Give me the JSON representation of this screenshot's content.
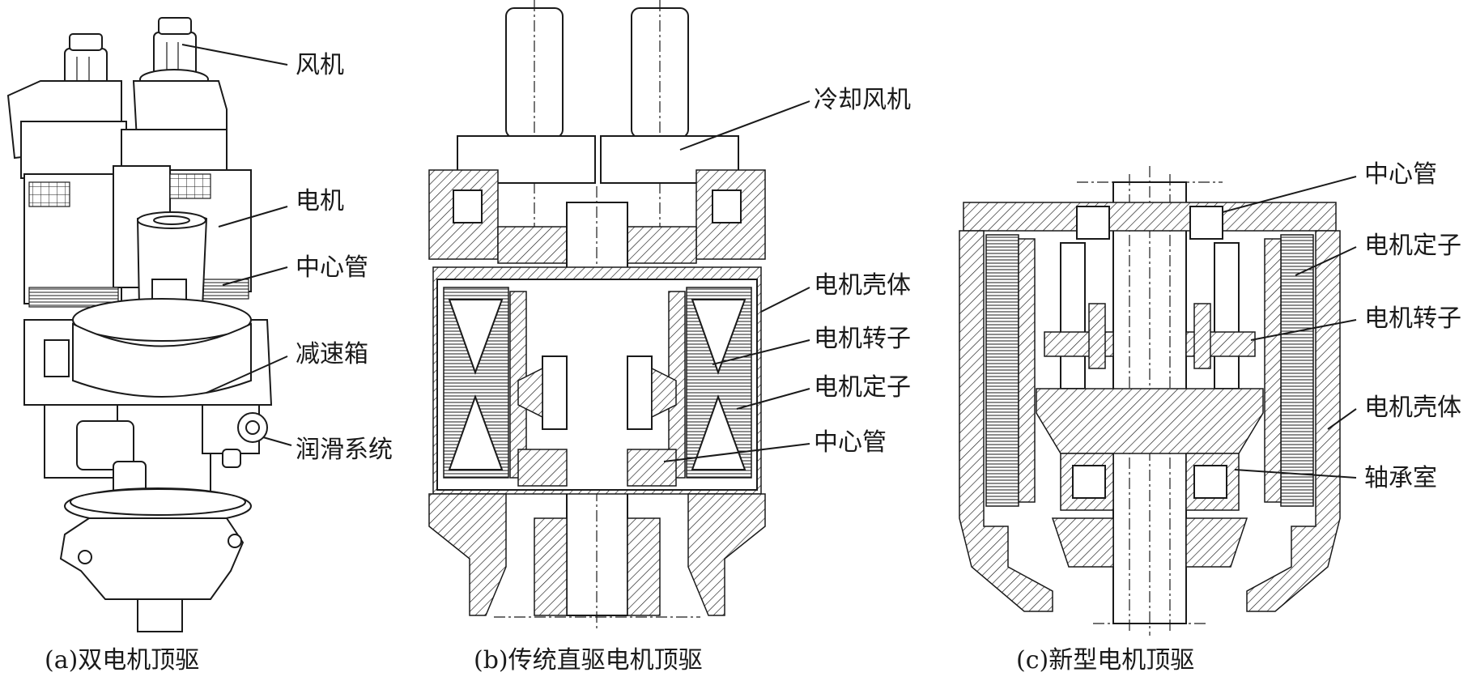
{
  "panel_a": {
    "caption": "(a)双电机顶驱",
    "labels": {
      "fan": "风机",
      "motor": "电机",
      "center_pipe": "中心管",
      "gearbox": "减速箱",
      "lubrication": "润滑系统"
    }
  },
  "panel_b": {
    "caption": "(b)传统直驱电机顶驱",
    "labels": {
      "cooling_fan": "冷却风机",
      "motor_housing": "电机壳体",
      "motor_rotor": "电机转子",
      "motor_stator": "电机定子",
      "center_pipe": "中心管"
    }
  },
  "panel_c": {
    "caption": "(c)新型电机顶驱",
    "labels": {
      "center_pipe": "中心管",
      "motor_stator": "电机定子",
      "motor_rotor": "电机转子",
      "motor_housing": "电机壳体",
      "bearing_chamber": "轴承室"
    }
  }
}
